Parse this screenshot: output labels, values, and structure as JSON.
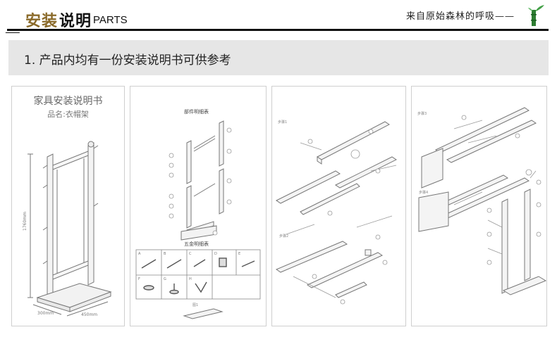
{
  "header": {
    "title_part1": "安装",
    "title_part2": "说明",
    "title_en": "PARTS",
    "slogan": "来自原始森林的呼吸——"
  },
  "banner": {
    "text": "1. 产品内均有一份安装说明书可供参考"
  },
  "cards": {
    "manual": {
      "title": "家具安装说明书",
      "subtitle": "品名:衣帽架",
      "dim_height": "1760mm",
      "dim_depth": "300mm",
      "dim_width": "450mm"
    },
    "parts": {
      "parts_heading": "部件明细表",
      "hardware_heading": "五金明细表",
      "hw_letters": [
        "A",
        "B",
        "C",
        "D",
        "E",
        "F",
        "G",
        "H"
      ],
      "page_note": "图1"
    },
    "steps_a": {
      "step1_label": "步骤1",
      "step2_label": "步骤2"
    },
    "steps_b": {
      "step3_label": "步骤3",
      "step4_label": "步骤4"
    }
  },
  "colors": {
    "accent_gold": "#8a6a2a",
    "bamboo_green": "#2e7d32",
    "banner_gray": "#e6e6e6"
  }
}
